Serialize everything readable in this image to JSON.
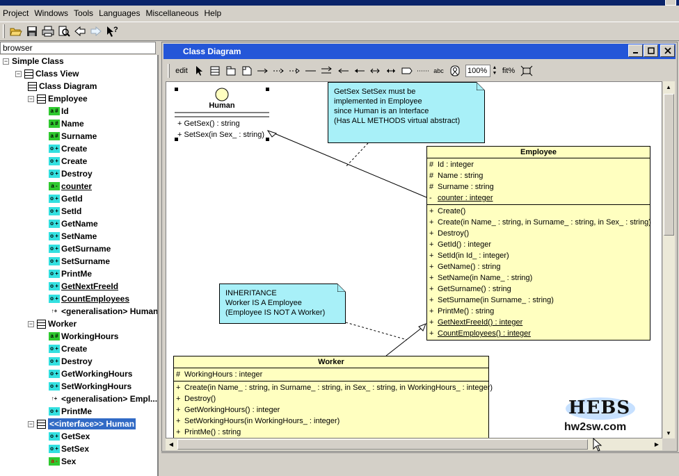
{
  "menu": [
    "Project",
    "Windows",
    "Tools",
    "Languages",
    "Miscellaneous",
    "Help"
  ],
  "browser": {
    "label": "browser",
    "tree": [
      {
        "label": "Simple Class",
        "level": 0,
        "exp": "-",
        "icon": "none"
      },
      {
        "label": "Class View",
        "level": 1,
        "exp": "-",
        "icon": "classview"
      },
      {
        "label": "Class Diagram",
        "level": 2,
        "icon": "diagram"
      },
      {
        "label": "Employee",
        "level": 2,
        "exp": "-",
        "icon": "class"
      },
      {
        "label": "Id",
        "level": 3,
        "vis": "attr",
        "mark": "a #"
      },
      {
        "label": "Name",
        "level": 3,
        "vis": "attr",
        "mark": "a #"
      },
      {
        "label": "Surname",
        "level": 3,
        "vis": "attr",
        "mark": "a #"
      },
      {
        "label": "Create",
        "level": 3,
        "vis": "op",
        "mark": "o +"
      },
      {
        "label": "Create",
        "level": 3,
        "vis": "op",
        "mark": "o +"
      },
      {
        "label": "Destroy",
        "level": 3,
        "vis": "op",
        "mark": "o +"
      },
      {
        "label": "counter",
        "level": 3,
        "vis": "attr",
        "mark": "a -",
        "underline": true
      },
      {
        "label": "GetId",
        "level": 3,
        "vis": "op",
        "mark": "o +"
      },
      {
        "label": "SetId",
        "level": 3,
        "vis": "op",
        "mark": "o +"
      },
      {
        "label": "GetName",
        "level": 3,
        "vis": "op",
        "mark": "o +"
      },
      {
        "label": "SetName",
        "level": 3,
        "vis": "op",
        "mark": "o +"
      },
      {
        "label": "GetSurname",
        "level": 3,
        "vis": "op",
        "mark": "o +"
      },
      {
        "label": "SetSurname",
        "level": 3,
        "vis": "op",
        "mark": "o +"
      },
      {
        "label": "PrintMe",
        "level": 3,
        "vis": "op",
        "mark": "o +"
      },
      {
        "label": "GetNextFreeId",
        "level": 3,
        "vis": "op",
        "mark": "o +",
        "underline": true
      },
      {
        "label": "CountEmployees",
        "level": 3,
        "vis": "op",
        "mark": "o +",
        "underline": true
      },
      {
        "label": "<generalisation> Human",
        "level": 3,
        "vis": "gen",
        "mark": "↑+"
      },
      {
        "label": "Worker",
        "level": 2,
        "exp": "-",
        "icon": "class"
      },
      {
        "label": "WorkingHours",
        "level": 3,
        "vis": "attr",
        "mark": "a #"
      },
      {
        "label": "Create",
        "level": 3,
        "vis": "op",
        "mark": "o +"
      },
      {
        "label": "Destroy",
        "level": 3,
        "vis": "op",
        "mark": "o +"
      },
      {
        "label": "GetWorkingHours",
        "level": 3,
        "vis": "op",
        "mark": "o +"
      },
      {
        "label": "SetWorkingHours",
        "level": 3,
        "vis": "op",
        "mark": "o +"
      },
      {
        "label": "<generalisation> Empl...",
        "level": 3,
        "vis": "gen",
        "mark": "↑+"
      },
      {
        "label": "PrintMe",
        "level": 3,
        "vis": "op",
        "mark": "o +"
      },
      {
        "label": "<<interface>> Human",
        "level": 2,
        "exp": "-",
        "icon": "class",
        "selected": true
      },
      {
        "label": "GetSex",
        "level": 3,
        "vis": "op",
        "mark": "o +"
      },
      {
        "label": "SetSex",
        "level": 3,
        "vis": "op",
        "mark": "o +"
      },
      {
        "label": "Sex",
        "level": 3,
        "vis": "red",
        "mark": "a -"
      }
    ]
  },
  "diagram_window": {
    "title": "Class Diagram",
    "edit_label": "edit",
    "zoom": "100%",
    "fit_label": "fit%",
    "text_tool": "abc"
  },
  "human": {
    "name": "Human",
    "ops": [
      "+  GetSex() : string",
      "+  SetSex(in Sex_ : string)"
    ]
  },
  "employee": {
    "name": "Employee",
    "attrs": [
      {
        "v": "#",
        "t": "Id : integer"
      },
      {
        "v": "#",
        "t": "Name : string"
      },
      {
        "v": "#",
        "t": "Surname : string"
      },
      {
        "v": "-",
        "t": "counter : integer",
        "u": true
      }
    ],
    "ops": [
      {
        "v": "+",
        "t": "Create()"
      },
      {
        "v": "+",
        "t": "Create(in Name_ : string, in Surname_ : string, in Sex_ : string)"
      },
      {
        "v": "+",
        "t": "Destroy()"
      },
      {
        "v": "+",
        "t": "GetId() : integer"
      },
      {
        "v": "+",
        "t": "SetId(in Id_ : integer)"
      },
      {
        "v": "+",
        "t": "GetName() : string"
      },
      {
        "v": "+",
        "t": "SetName(in Name_ : string)"
      },
      {
        "v": "+",
        "t": "GetSurname() : string"
      },
      {
        "v": "+",
        "t": "SetSurname(in Surname_ : string)"
      },
      {
        "v": "+",
        "t": "PrintMe() : string"
      },
      {
        "v": "+",
        "t": "GetNextFreeId() : integer",
        "u": true
      },
      {
        "v": "+",
        "t": "CountEmployees() : integer",
        "u": true
      }
    ]
  },
  "worker": {
    "name": "Worker",
    "attrs": [
      {
        "v": "#",
        "t": "WorkingHours : integer"
      }
    ],
    "ops": [
      {
        "v": "+",
        "t": "Create(in Name_ : string, in Surname_ : string, in Sex_ : string, in WorkingHours_ : integer)"
      },
      {
        "v": "+",
        "t": "Destroy()"
      },
      {
        "v": "+",
        "t": "GetWorkingHours() : integer"
      },
      {
        "v": "+",
        "t": "SetWorkingHours(in WorkingHours_ : integer)"
      },
      {
        "v": "+",
        "t": "PrintMe() : string"
      }
    ]
  },
  "note1": {
    "lines": [
      "GetSex SetSex must be",
      "implemented in Employee",
      "since Human is an Interface",
      "(Has ALL METHODS virtual abstract)"
    ]
  },
  "note2": {
    "lines": [
      "INHERITANCE",
      "Worker  IS A Employee",
      "(Employee IS NOT A Worker)"
    ]
  },
  "watermark": {
    "logo_text": "HEBS",
    "url": "hw2sw.com"
  },
  "colors": {
    "class_fill": "#ffffc0",
    "note_fill": "#a8f0f8",
    "selection": "#316ac5",
    "title_blue": "#2456d8"
  }
}
